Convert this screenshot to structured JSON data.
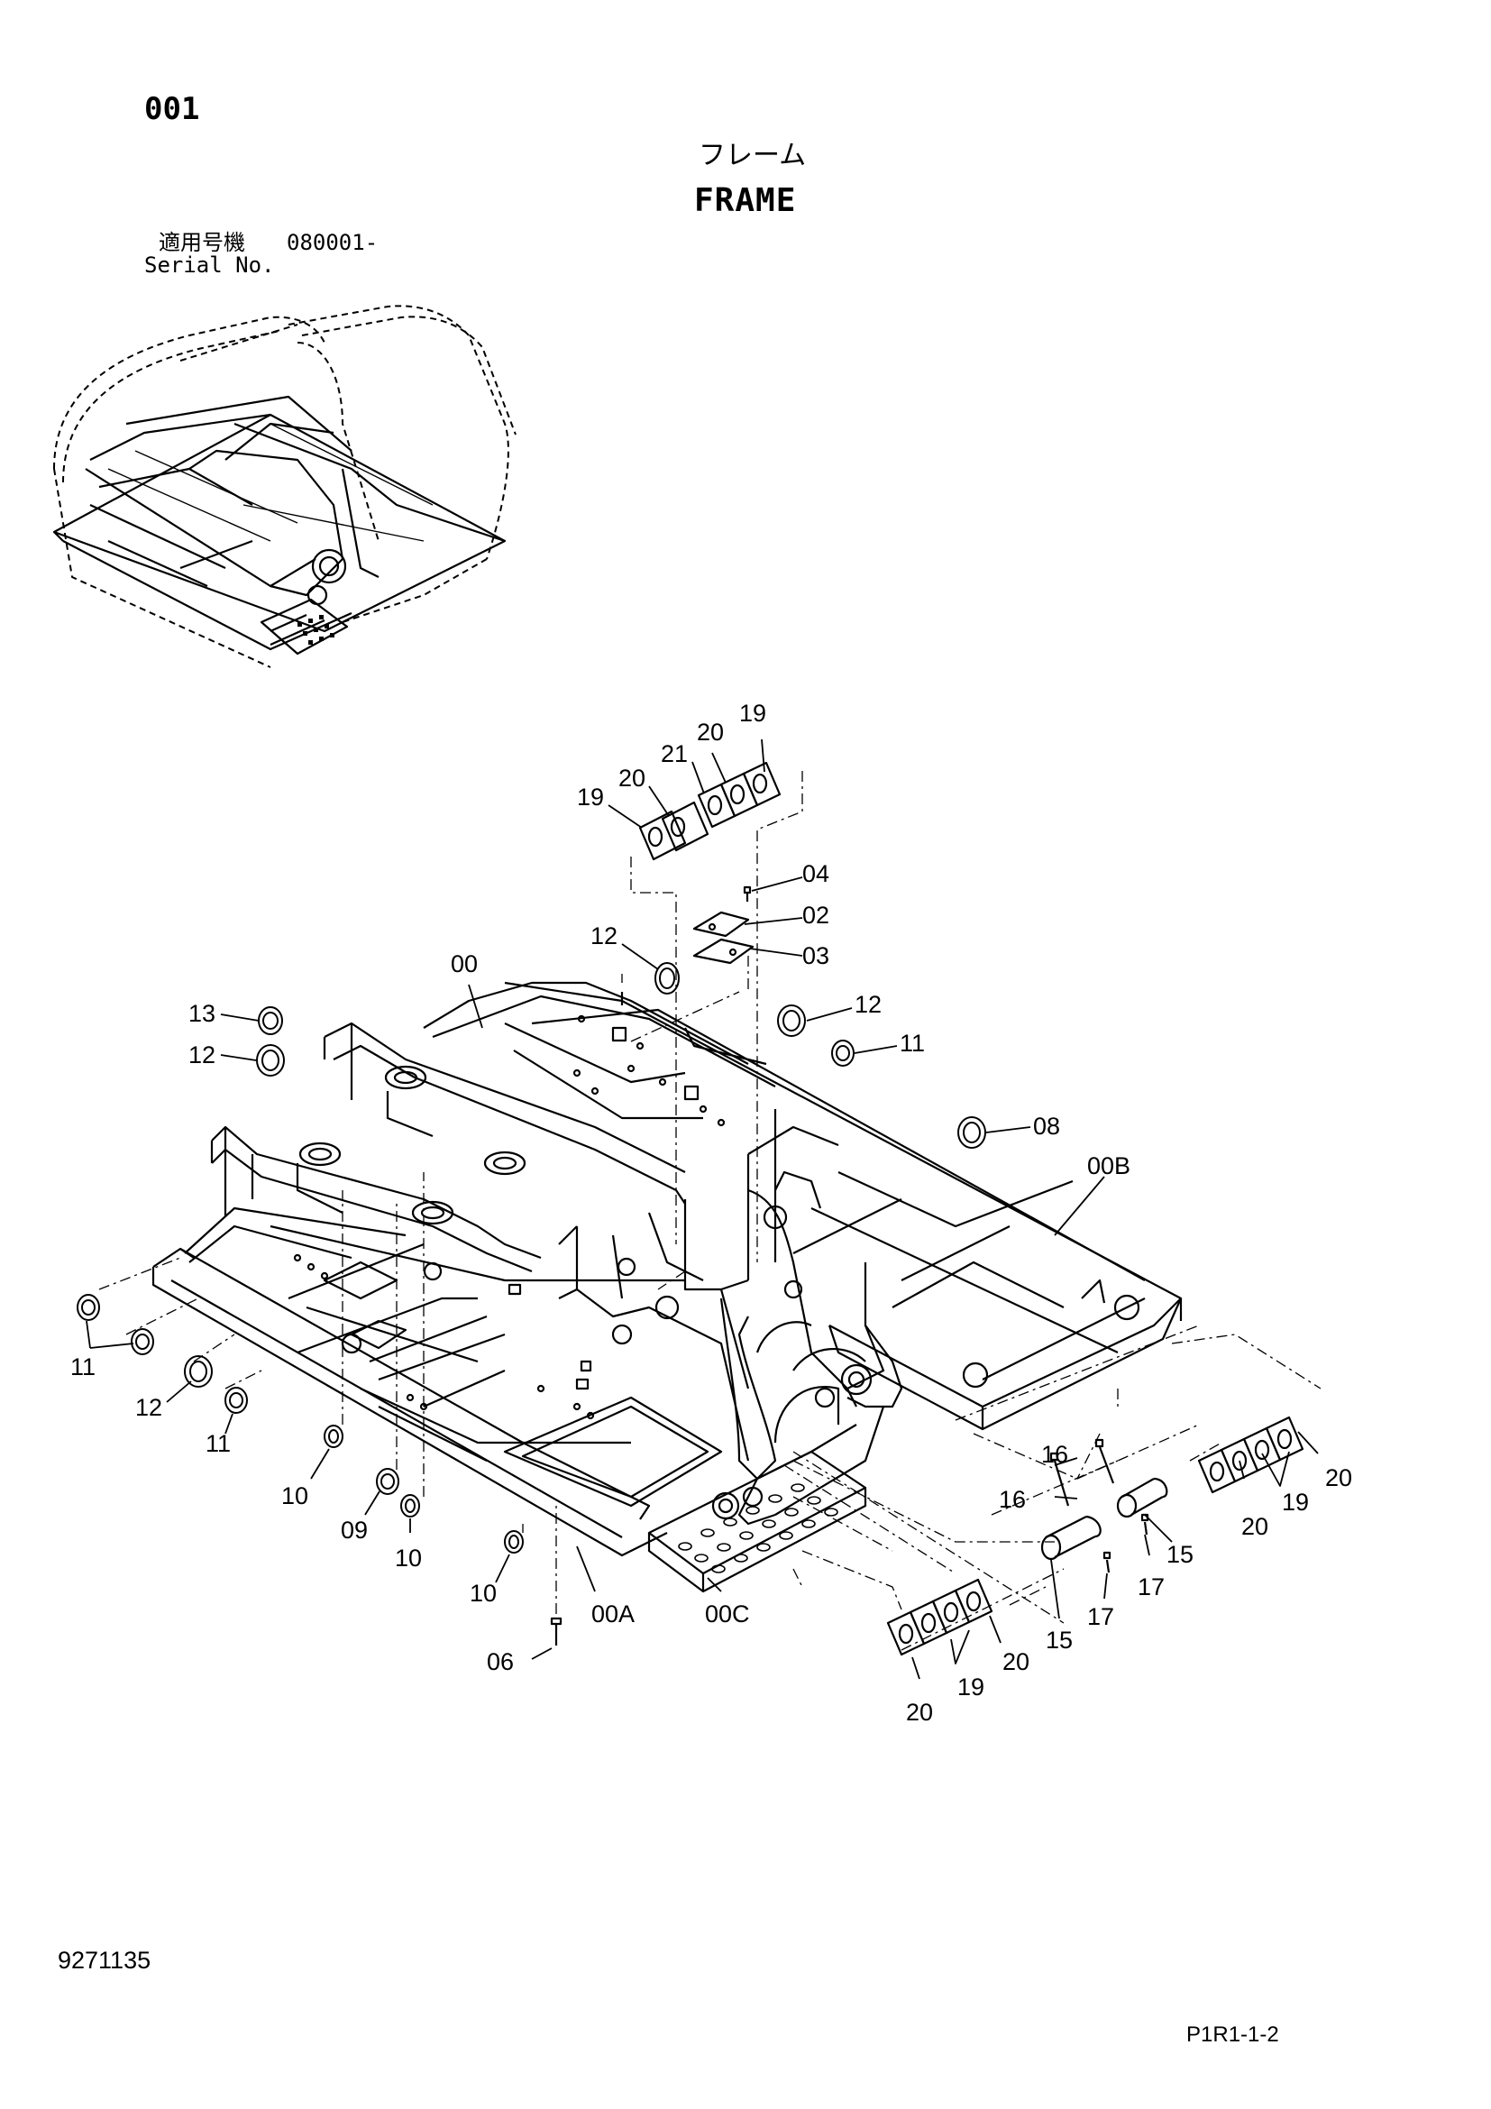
{
  "header": {
    "section": "001",
    "title_jp": "フレーム",
    "title_en": "FRAME",
    "serial_label_jp": "適用号機",
    "serial_value": "080001-",
    "serial_label_en": "Serial No."
  },
  "footer": {
    "drawing_no": "9271135",
    "page_ref": "P1R1-1-2"
  },
  "callouts": [
    {
      "id": "c1",
      "text": "19"
    },
    {
      "id": "c2",
      "text": "20"
    },
    {
      "id": "c3",
      "text": "21"
    },
    {
      "id": "c4",
      "text": "20"
    },
    {
      "id": "c5",
      "text": "19"
    },
    {
      "id": "c6",
      "text": "04"
    },
    {
      "id": "c7",
      "text": "02"
    },
    {
      "id": "c8",
      "text": "03"
    },
    {
      "id": "c9",
      "text": "12"
    },
    {
      "id": "c10",
      "text": "00"
    },
    {
      "id": "c11",
      "text": "13"
    },
    {
      "id": "c12",
      "text": "12"
    },
    {
      "id": "c13",
      "text": "12"
    },
    {
      "id": "c14",
      "text": "11"
    },
    {
      "id": "c15",
      "text": "08"
    },
    {
      "id": "c16",
      "text": "00B"
    },
    {
      "id": "c17",
      "text": "11"
    },
    {
      "id": "c18",
      "text": "12"
    },
    {
      "id": "c19",
      "text": "11"
    },
    {
      "id": "c20",
      "text": "10"
    },
    {
      "id": "c21",
      "text": "09"
    },
    {
      "id": "c22",
      "text": "10"
    },
    {
      "id": "c23",
      "text": "10"
    },
    {
      "id": "c24",
      "text": "06"
    },
    {
      "id": "c25",
      "text": "00A"
    },
    {
      "id": "c26",
      "text": "00C"
    },
    {
      "id": "c27",
      "text": "16"
    },
    {
      "id": "c28",
      "text": "16"
    },
    {
      "id": "c29",
      "text": "15"
    },
    {
      "id": "c30",
      "text": "17"
    },
    {
      "id": "c31",
      "text": "17"
    },
    {
      "id": "c32",
      "text": "15"
    },
    {
      "id": "c33",
      "text": "20"
    },
    {
      "id": "c34",
      "text": "19"
    },
    {
      "id": "c35",
      "text": "20"
    },
    {
      "id": "c36",
      "text": "20"
    },
    {
      "id": "c37",
      "text": "19"
    },
    {
      "id": "c38",
      "text": "20"
    }
  ]
}
